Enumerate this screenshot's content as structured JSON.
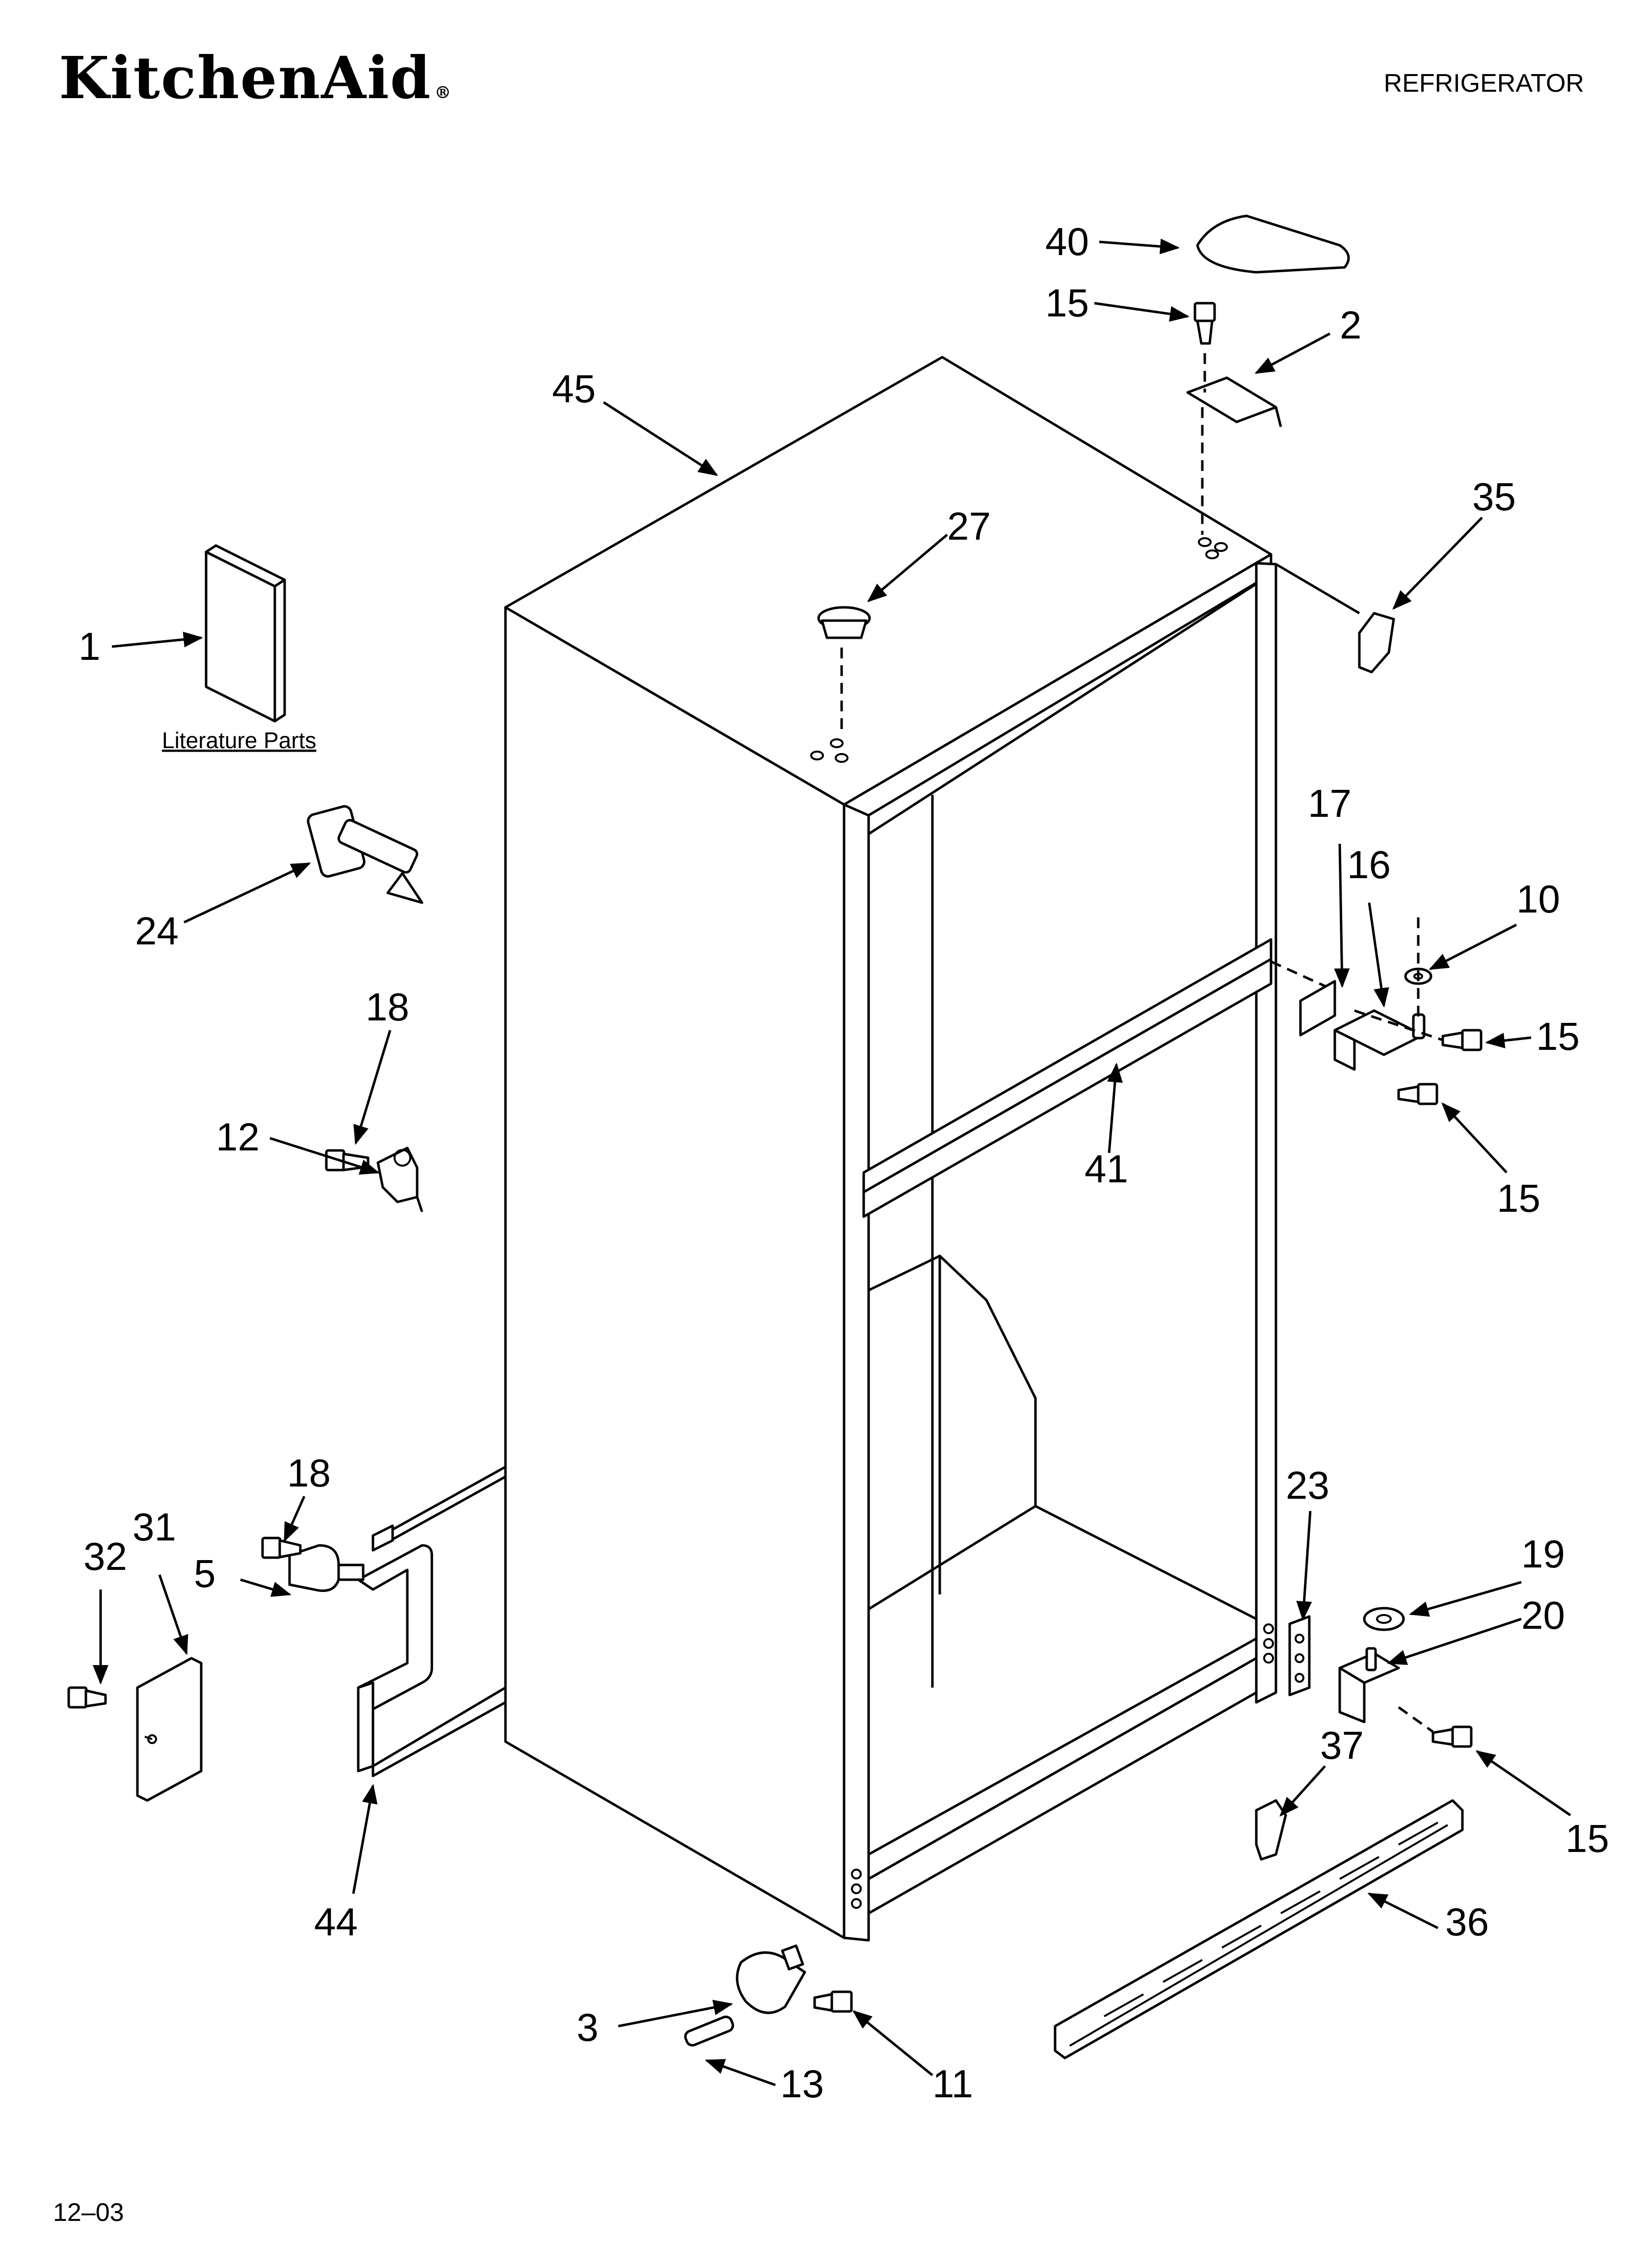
{
  "header": {
    "brand": "KitchenAid",
    "brand_mark": "®",
    "title": "REFRIGERATOR"
  },
  "footer": {
    "code": "12–03"
  },
  "diagram": {
    "literature_caption": "Literature Parts",
    "callouts": {
      "c1": "1",
      "c2": "2",
      "c3": "3",
      "c5": "5",
      "c10": "10",
      "c11": "11",
      "c12": "12",
      "c13": "13",
      "c15a": "15",
      "c15b": "15",
      "c15c": "15",
      "c15d": "15",
      "c16": "16",
      "c17": "17",
      "c18a": "18",
      "c18b": "18",
      "c19": "19",
      "c20": "20",
      "c23": "23",
      "c24": "24",
      "c27": "27",
      "c31": "31",
      "c32": "32",
      "c35": "35",
      "c36": "36",
      "c37": "37",
      "c40": "40",
      "c41": "41",
      "c44": "44",
      "c45": "45"
    }
  }
}
